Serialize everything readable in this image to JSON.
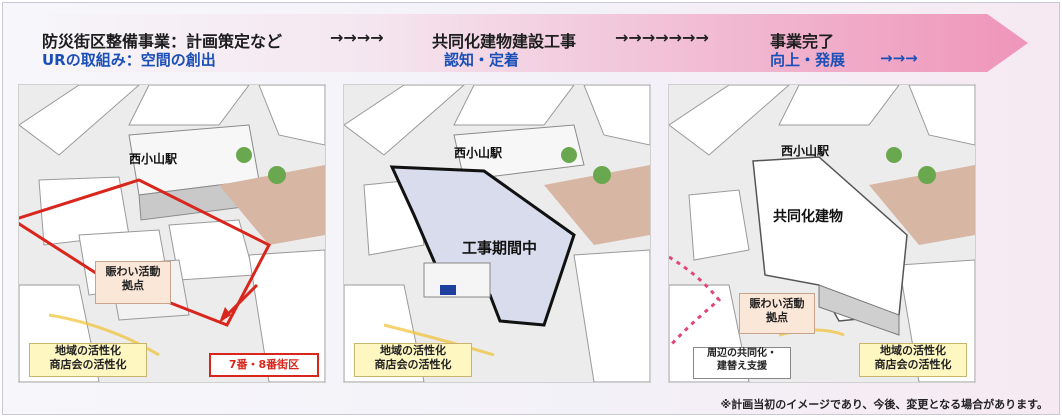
{
  "header": {
    "row1": {
      "step1": "防災街区整備事業：計画策定など",
      "arrow1": "→→→→",
      "step2": "共同化建物建設工事",
      "arrow2": "→→→→→→→",
      "step3": "事業完了"
    },
    "row2": {
      "step1": "URの取組み：空間の創出",
      "step2": "認知・定着",
      "step3": "向上・発展",
      "arrow3": "→→→"
    }
  },
  "panels": [
    {
      "station": "西小山駅",
      "activity_label": [
        "賑わい活動",
        "拠点"
      ],
      "callout": [
        "地域の活性化",
        "商店会の活性化"
      ],
      "district_label": "7番・8番街区"
    },
    {
      "station": "西小山駅",
      "construction_label": "工事期間中",
      "callout": [
        "地域の活性化",
        "商店会の活性化"
      ]
    },
    {
      "station": "西小山駅",
      "building_label": "共同化建物",
      "activity_label": [
        "賑わい活動",
        "拠点"
      ],
      "support_label": [
        "周辺の共同化・",
        "建替え支援"
      ],
      "callout": [
        "地域の活性化",
        "商店会の活性化"
      ]
    }
  ],
  "footnote": "※計画当初のイメージであり、今後、変更となる場合があります。",
  "colors": {
    "row2_text": "#1b4fb8",
    "district_outline": "#d9261c",
    "callout_bg": "#fff7c2",
    "construction_fill": "#d8dcec",
    "plaza": "#d8b6a4"
  }
}
